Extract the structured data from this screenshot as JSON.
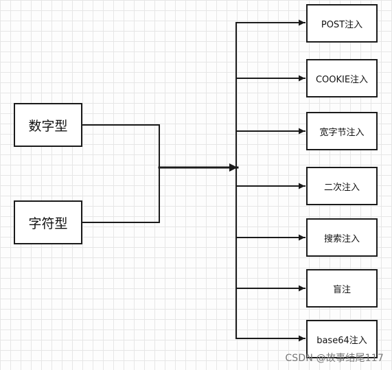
{
  "diagram": {
    "sources": [
      {
        "id": "numeric",
        "label": "数字型"
      },
      {
        "id": "string",
        "label": "字符型"
      }
    ],
    "targets": [
      {
        "id": "post",
        "label": "POST注入"
      },
      {
        "id": "cookie",
        "label": "COOKIE注入"
      },
      {
        "id": "wide-byte",
        "label": "宽字节注入"
      },
      {
        "id": "second-order",
        "label": "二次注入"
      },
      {
        "id": "search",
        "label": "搜索注入"
      },
      {
        "id": "blind",
        "label": "盲注"
      },
      {
        "id": "base64",
        "label": "base64注入"
      }
    ],
    "edge_color": "#1a1a1a"
  },
  "watermark": "CSDN @故事结尾117"
}
